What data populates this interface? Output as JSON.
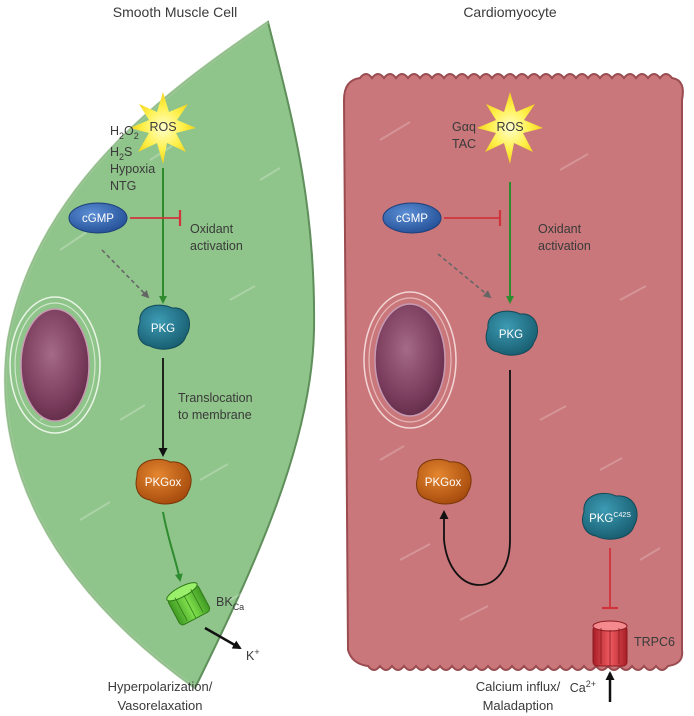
{
  "panels": {
    "smooth_muscle": {
      "title": "Smooth Muscle Cell",
      "stimulus": "ROS",
      "triggers": [
        "H2O2",
        "H2S",
        "Hypoxia",
        "NTG"
      ],
      "cgmp": "cGMP",
      "activation_line1": "Oxidant",
      "activation_line2": "activation",
      "pkg": "PKG",
      "translocation_line1": "Translocation",
      "translocation_line2": "to membrane",
      "pkgox": "PKGox",
      "channel": "BK",
      "channel_sub": "Ca",
      "ion": "K",
      "ion_sup": "+",
      "outcome_line1": "Hyperpolarization/",
      "outcome_line2": "Vasorelaxation"
    },
    "cardiomyocyte": {
      "title": "Cardiomyocyte",
      "stimulus": "ROS",
      "trigger_line1": "Gαq",
      "trigger_line2": "TAC",
      "cgmp": "cGMP",
      "activation_line1": "Oxidant",
      "activation_line2": "activation",
      "pkg": "PKG",
      "pkgox": "PKGox",
      "mutant": "PKG",
      "mutant_sup": "C42S",
      "channel": "TRPC6",
      "ion": "Ca",
      "ion_sup": "2+",
      "outcome_line1": "Calcium influx/",
      "outcome_line2": "Maladaption"
    }
  },
  "colors": {
    "smooth_muscle_fill": "#8fc48a",
    "cardiomyocyte_fill": "#c9777a",
    "activation_arrow": "#2e8b2e",
    "inhibition": "#d0343c",
    "pkg": "#1f6f86",
    "pkgox": "#c25a12",
    "cgmp": "#2f62b0",
    "bk_channel": "#5fc23a",
    "trpc6_channel": "#d9363e",
    "ros_star": "#fff04a"
  }
}
